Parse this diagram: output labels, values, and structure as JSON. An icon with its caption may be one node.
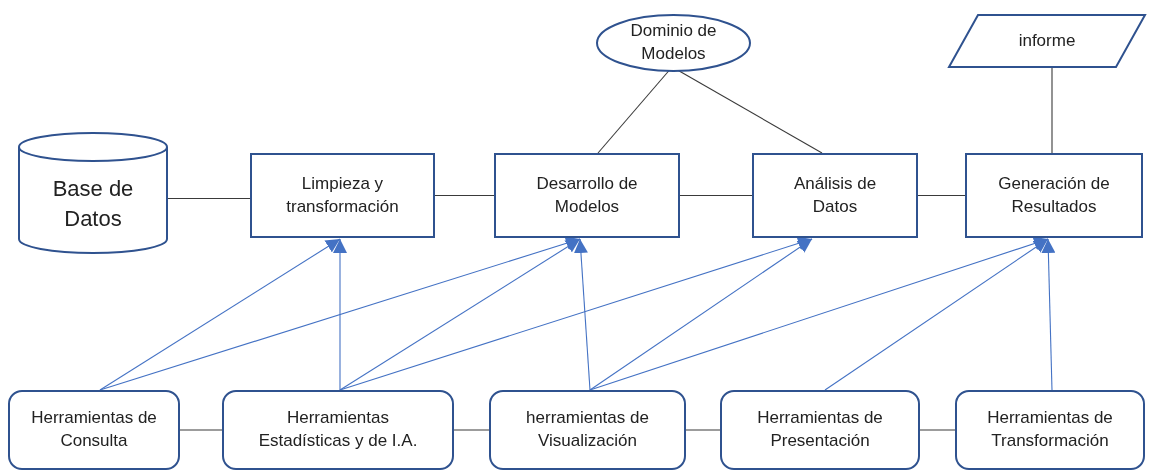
{
  "diagram": {
    "nodes": [
      {
        "text": [
          "Dominio de Modelos"
        ]
      },
      {
        "text": [
          "informe"
        ]
      },
      {
        "text": [
          "Base de Datos"
        ]
      },
      {
        "text": [
          "Limpieza y transformación"
        ]
      },
      {
        "text": [
          "Desarrollo de Modelos"
        ]
      },
      {
        "text": [
          "Análisis de Datos"
        ]
      },
      {
        "text": [
          "Generación de Resultados"
        ]
      },
      {
        "text": [
          "Herramientas de Consulta"
        ]
      },
      {
        "text": [
          "Herramientas Estadísticas y de I.A."
        ]
      },
      {
        "text": [
          "herramientas de Visualización"
        ]
      },
      {
        "text": [
          "Herramientas de Presentación"
        ]
      },
      {
        "text": [
          "Herramientas de Transformación"
        ]
      }
    ],
    "edges": [
      {
        "from": 2,
        "to": 3,
        "arrow": "none"
      },
      {
        "from": 3,
        "to": 4,
        "arrow": "none"
      },
      {
        "from": 4,
        "to": 5,
        "arrow": "none"
      },
      {
        "from": 5,
        "to": 6,
        "arrow": "none"
      },
      {
        "from": 0,
        "to": 4,
        "arrow": "none"
      },
      {
        "from": 0,
        "to": 5,
        "arrow": "none"
      },
      {
        "from": 1,
        "to": 6,
        "arrow": "none"
      },
      {
        "from": 7,
        "to": 8,
        "arrow": "none"
      },
      {
        "from": 8,
        "to": 9,
        "arrow": "none"
      },
      {
        "from": 9,
        "to": 10,
        "arrow": "none"
      },
      {
        "from": 10,
        "to": 11,
        "arrow": "none"
      },
      {
        "from": 7,
        "to": 3,
        "arrow": "to",
        "color": "#4472c4"
      },
      {
        "from": 7,
        "to": 4,
        "arrow": "to",
        "color": "#4472c4"
      },
      {
        "from": 8,
        "to": 3,
        "arrow": "to",
        "color": "#4472c4"
      },
      {
        "from": 8,
        "to": 4,
        "arrow": "to",
        "color": "#4472c4"
      },
      {
        "from": 8,
        "to": 5,
        "arrow": "to",
        "color": "#4472c4"
      },
      {
        "from": 9,
        "to": 4,
        "arrow": "to",
        "color": "#4472c4"
      },
      {
        "from": 9,
        "to": 5,
        "arrow": "to",
        "color": "#4472c4"
      },
      {
        "from": 9,
        "to": 6,
        "arrow": "to",
        "color": "#4472c4"
      },
      {
        "from": 10,
        "to": 6,
        "arrow": "to",
        "color": "#4472c4"
      },
      {
        "from": 11,
        "to": 6,
        "arrow": "to",
        "color": "#4472c4"
      }
    ]
  }
}
